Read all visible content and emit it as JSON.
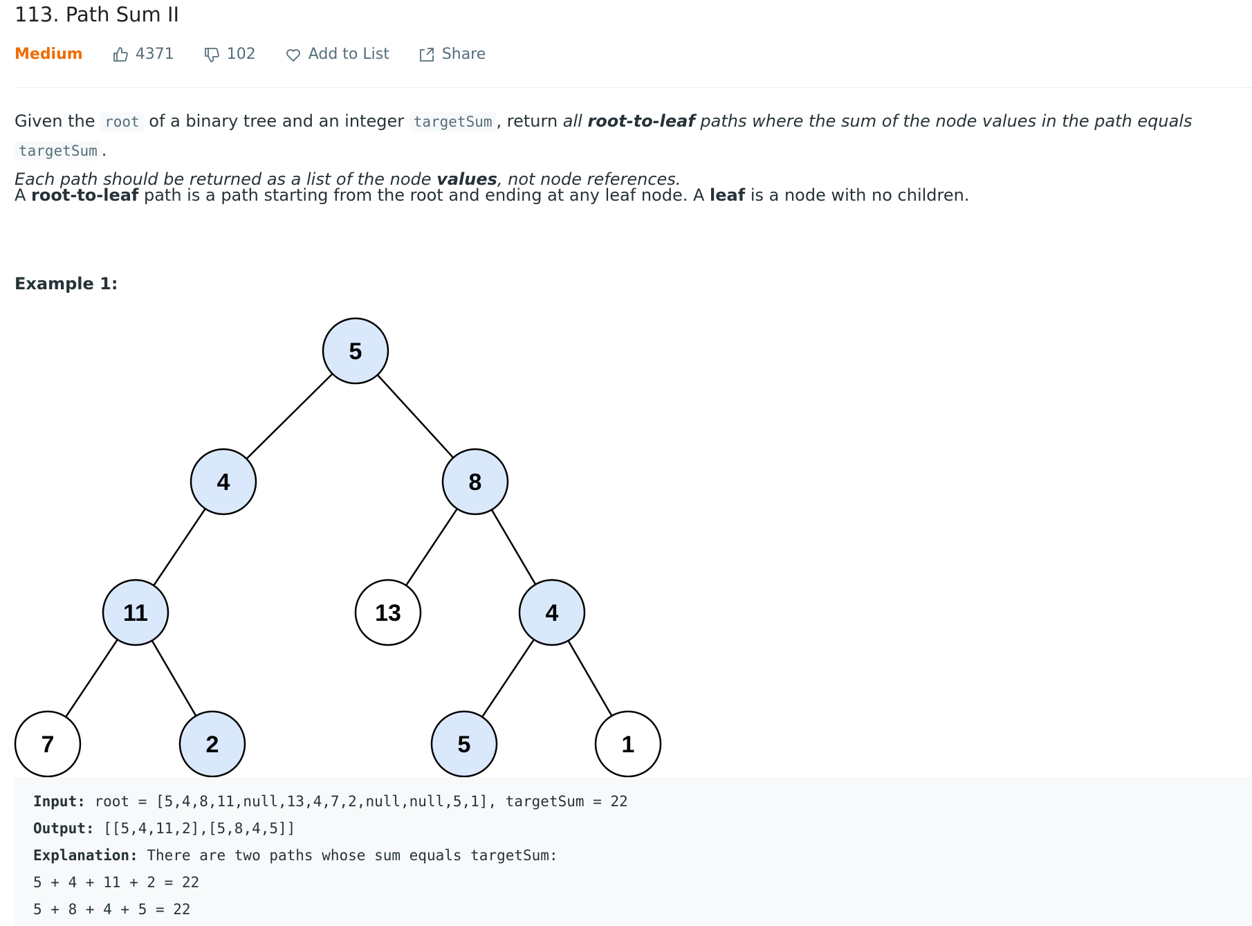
{
  "title": "113. Path Sum II",
  "meta": {
    "difficulty": "Medium",
    "likes": "4371",
    "dislikes": "102",
    "add_to_list": "Add to List",
    "share": "Share"
  },
  "description": {
    "p1_a": "Given the ",
    "p1_root": "root",
    "p1_b": " of a binary tree and an integer ",
    "p1_target": "targetSum",
    "p1_c": ", return ",
    "p1_all": "all ",
    "p1_rtl": "root-to-leaf",
    "p1_d": " paths where the sum of the node values in the path equals ",
    "p1_target2": "targetSum",
    "p1_e": ".",
    "p1_f": "Each path should be returned as a list of the node ",
    "p1_values": "values",
    "p1_g": ", not node references.",
    "p2_a": "A ",
    "p2_rtl": "root-to-leaf",
    "p2_b": " path is a path starting from the root and ending at any leaf node. A ",
    "p2_leaf": "leaf",
    "p2_c": " is a node with no children."
  },
  "example": {
    "title": "Example 1:",
    "tree": {
      "nodes": [
        {
          "id": "n5",
          "label": "5",
          "highlight": true
        },
        {
          "id": "n4",
          "label": "4",
          "highlight": true
        },
        {
          "id": "n8",
          "label": "8",
          "highlight": true
        },
        {
          "id": "n11",
          "label": "11",
          "highlight": true
        },
        {
          "id": "n13",
          "label": "13",
          "highlight": false
        },
        {
          "id": "n4b",
          "label": "4",
          "highlight": true
        },
        {
          "id": "n7",
          "label": "7",
          "highlight": false
        },
        {
          "id": "n2",
          "label": "2",
          "highlight": true
        },
        {
          "id": "n5b",
          "label": "5",
          "highlight": true
        },
        {
          "id": "n1",
          "label": "1",
          "highlight": false
        }
      ],
      "edges": [
        [
          "n5",
          "n4"
        ],
        [
          "n5",
          "n8"
        ],
        [
          "n4",
          "n11"
        ],
        [
          "n8",
          "n13"
        ],
        [
          "n8",
          "n4b"
        ],
        [
          "n11",
          "n7"
        ],
        [
          "n11",
          "n2"
        ],
        [
          "n4b",
          "n5b"
        ],
        [
          "n4b",
          "n1"
        ]
      ],
      "highlight_color": "#dae8fc"
    },
    "input_label": "Input:",
    "input_text": " root = [5,4,8,11,null,13,4,7,2,null,null,5,1], targetSum = 22",
    "output_label": "Output:",
    "output_text": " [[5,4,11,2],[5,8,4,5]]",
    "explanation_label": "Explanation:",
    "explanation_text": " There are two paths whose sum equals targetSum:",
    "line1": "5 + 4 + 11 + 2 = 22",
    "line2": "5 + 8 + 4 + 5 = 22"
  }
}
